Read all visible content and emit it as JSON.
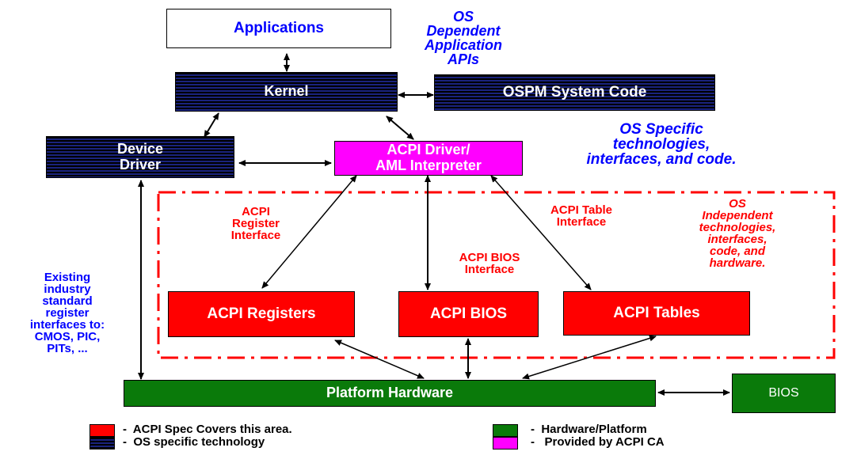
{
  "boxes": {
    "applications": "Applications",
    "kernel": "Kernel",
    "ospm": "OSPM System Code",
    "device_driver": "Device\nDriver",
    "acpi_driver": "ACPI Driver/\nAML Interpreter",
    "acpi_registers": "ACPI Registers",
    "acpi_bios": "ACPI BIOS",
    "acpi_tables": "ACPI Tables",
    "platform_hardware": "Platform Hardware",
    "bios": "BIOS"
  },
  "labels": {
    "os_dependent": "OS\nDependent\nApplication\nAPIs",
    "os_specific": "OS Specific\ntechnologies,\ninterfaces, and code.",
    "acpi_register_interface": "ACPI\nRegister\nInterface",
    "acpi_table_interface": "ACPI Table\nInterface",
    "acpi_bios_interface": "ACPI  BIOS\nInterface",
    "os_independent": "OS\nIndependent\ntechnologies,\ninterfaces,\ncode, and\nhardware.",
    "existing_industry": "Existing\nindustry\nstandard\nregister\ninterfaces to:\nCMOS, PIC,\nPITs, ..."
  },
  "legend": [
    {
      "label": "-  ACPI Spec Covers this area.",
      "color": "#ff0000"
    },
    {
      "label": "-  OS specific technology",
      "color": "#1a237e"
    },
    {
      "label": "-  Hardware/Platform",
      "color": "#0a7a0a"
    },
    {
      "label": "-   Provided by ACPI CA",
      "color": "#ff00ff"
    }
  ],
  "colors": {
    "acpi_spec": "#ff0000",
    "os_specific": "#1a237e",
    "hardware": "#0a7a0a",
    "acpi_ca": "#ff00ff",
    "annotation_blue": "#0000ff"
  }
}
